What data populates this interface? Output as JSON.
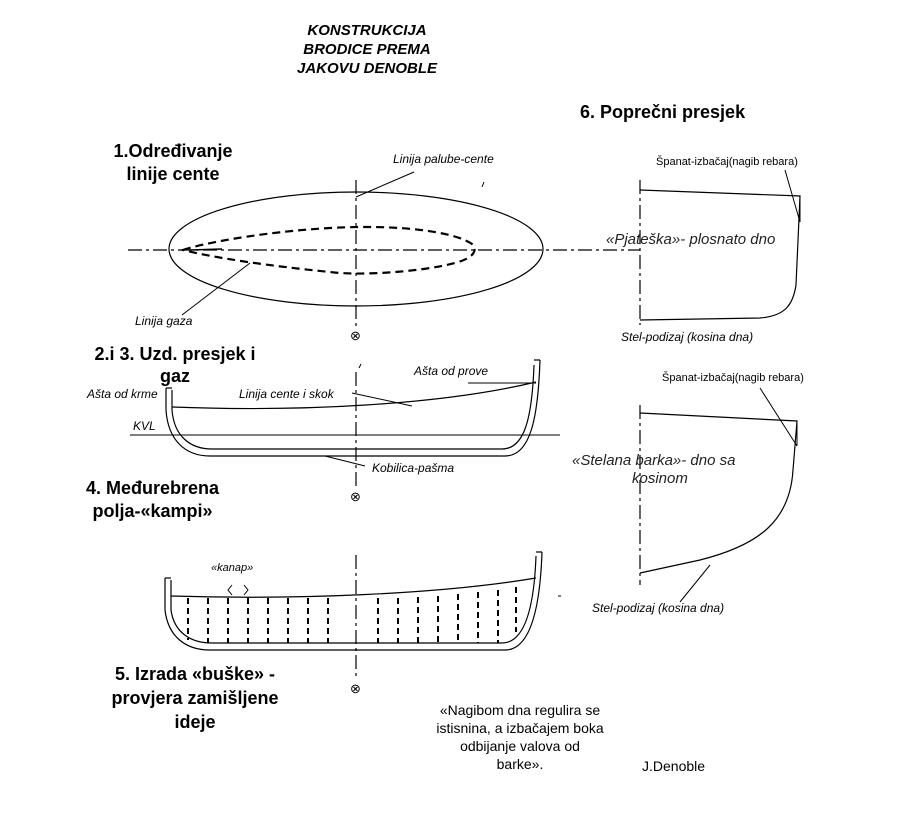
{
  "title": {
    "line1": "KONSTRUKCIJA",
    "line2": "BRODICE PREMA",
    "line3": "JAKOVU DENOBLE"
  },
  "steps": {
    "s1_line1": "1.Određivanje",
    "s1_line2": "linije cente",
    "s23_line1": "2.i 3. Uzd. presjek i",
    "s23_line2": "gaz",
    "s4_line1": "4. Međurebrena",
    "s4_line2": "polja-«kampi»",
    "s5_line1": "5. Izrada «buške» -",
    "s5_line2": "provjera zamišljene",
    "s5_line3": "ideje",
    "s6": "6. Poprečni presjek"
  },
  "labels": {
    "linija_palube": "Linija palube-cente",
    "linija_gaza": "Linija gaza",
    "asta_prove": "Ašta od prove",
    "asta_krme": "Ašta od krme",
    "linija_cente_skok": "Linija cente i skok",
    "kvl": "KVL",
    "kobilica": "Kobilica-pašma",
    "kanap": "«kanap»",
    "spanat1": "Španat-izbačaj(nagib rebara)",
    "pjateska": "«Pjateška»- plosnato dno",
    "stel1": "Stel-podizaj (kosina dna)",
    "spanat2": "Španat-izbačaj(nagib rebara)",
    "stelana_line1": "«Stelana barka»- dno sa",
    "stelana_line2": "kosinom",
    "stel2": "Stel-podizaj (kosina dna)"
  },
  "quote": {
    "line1": "«Nagibom dna regulira se",
    "line2": "istisnina, a izbačajem boka",
    "line3": "odbijanje valova od",
    "line4": "barke»."
  },
  "author": "J.Denoble",
  "symbols": {
    "axis_mark": "⊗"
  }
}
